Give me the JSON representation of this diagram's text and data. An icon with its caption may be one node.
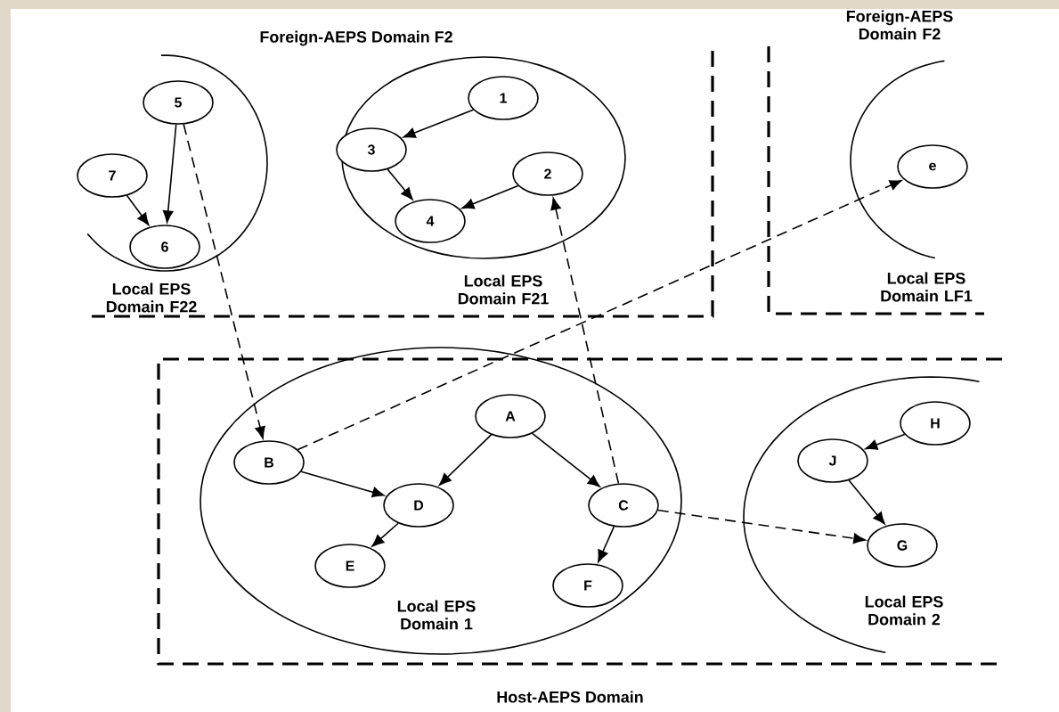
{
  "diagram": {
    "nodes": [
      {
        "text": [
          "Foreign-AEPS Domain F2"
        ]
      },
      {
        "text": [
          "Local EPS Domain F22"
        ],
        "in": 0
      },
      {
        "text": [
          "5"
        ],
        "in": 1
      },
      {
        "text": [
          "7"
        ],
        "in": 1
      },
      {
        "text": [
          "6"
        ],
        "in": 1
      },
      {
        "text": [
          "Local EPS Domain F21"
        ],
        "in": 0
      },
      {
        "text": [
          "1"
        ],
        "in": 5
      },
      {
        "text": [
          "3"
        ],
        "in": 5
      },
      {
        "text": [
          "2"
        ],
        "in": 5
      },
      {
        "text": [
          "4"
        ],
        "in": 5
      },
      {
        "text": [
          "Foreign-AEPS Domain F2"
        ]
      },
      {
        "text": [
          "Local EPS Domain LF1"
        ],
        "in": 10
      },
      {
        "text": [
          "e"
        ],
        "in": 11
      },
      {
        "text": [
          "Host-AEPS Domain"
        ]
      },
      {
        "text": [
          "Local EPS Domain 1"
        ],
        "in": 13
      },
      {
        "text": [
          "A"
        ],
        "in": 14
      },
      {
        "text": [
          "B"
        ],
        "in": 14
      },
      {
        "text": [
          "C"
        ],
        "in": 14
      },
      {
        "text": [
          "D"
        ],
        "in": 14
      },
      {
        "text": [
          "E"
        ],
        "in": 14
      },
      {
        "text": [
          "F"
        ],
        "in": 14
      },
      {
        "text": [
          "Local EPS Domain 2"
        ],
        "in": 13
      },
      {
        "text": [
          "H"
        ],
        "in": 21
      },
      {
        "text": [
          "J"
        ],
        "in": 21
      },
      {
        "text": [
          "G"
        ],
        "in": 21
      }
    ],
    "edges": [
      {
        "from": 2,
        "to": 4,
        "arrow": "to"
      },
      {
        "from": 3,
        "to": 4,
        "arrow": "to"
      },
      {
        "from": 2,
        "to": 16,
        "arrow": "to",
        "style": "dashed"
      },
      {
        "from": 6,
        "to": 7,
        "arrow": "to"
      },
      {
        "from": 7,
        "to": 9,
        "arrow": "to"
      },
      {
        "from": 8,
        "to": 9,
        "arrow": "to"
      },
      {
        "from": 17,
        "to": 8,
        "arrow": "to",
        "style": "dashed"
      },
      {
        "from": 16,
        "to": 12,
        "arrow": "to",
        "style": "dashed"
      },
      {
        "from": 15,
        "to": 18,
        "arrow": "to"
      },
      {
        "from": 15,
        "to": 17,
        "arrow": "to"
      },
      {
        "from": 16,
        "to": 18,
        "arrow": "to"
      },
      {
        "from": 18,
        "to": 19,
        "arrow": "to"
      },
      {
        "from": 17,
        "to": 20,
        "arrow": "to"
      },
      {
        "from": 17,
        "to": 24,
        "arrow": "to",
        "style": "dashed"
      },
      {
        "from": 22,
        "to": 23,
        "arrow": "to"
      },
      {
        "from": 23,
        "to": 24,
        "arrow": "to"
      }
    ]
  }
}
